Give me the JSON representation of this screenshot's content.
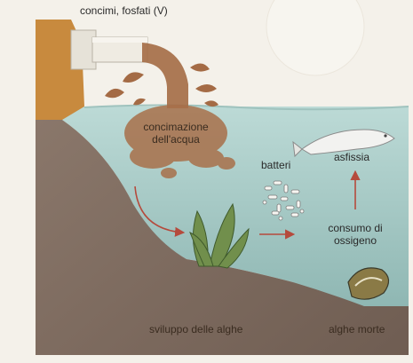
{
  "labels": {
    "source": "concimi, fosfati (V)",
    "fertilization_line1": "concimazione",
    "fertilization_line2": "dell'acqua",
    "bacteria": "batteri",
    "asphyxia": "asfissia",
    "oxygen_line1": "consumo di",
    "oxygen_line2": "ossigeno",
    "algae_growth": "sviluppo delle alghe",
    "dead_algae": "alghe morte"
  },
  "colors": {
    "background": "#f4f1ea",
    "water": "#a9cdc8",
    "bank": "#8d7a6d",
    "pipe": "#ece8df",
    "pollution": "#a8704a",
    "arrow": "#b54a3c",
    "algae": "#6e8e4b"
  }
}
